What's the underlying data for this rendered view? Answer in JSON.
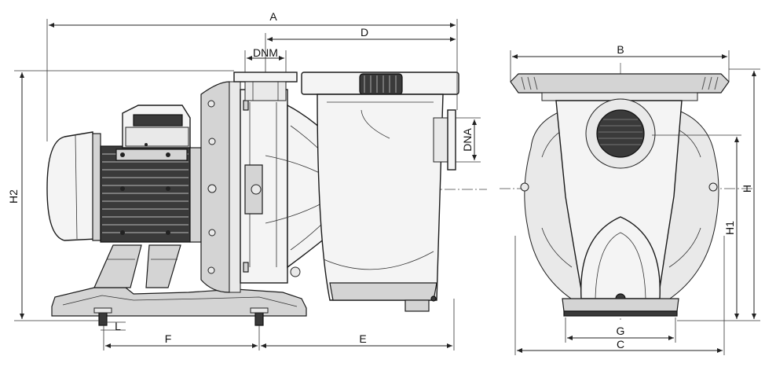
{
  "diagram": {
    "labels": {
      "A": "A",
      "D": "D",
      "DNM": "DNM",
      "DNA": "DNA",
      "H2": "H2",
      "F": "F",
      "E": "E",
      "L": "L",
      "B": "B",
      "H": "H",
      "H1": "H1",
      "G": "G",
      "C": "C"
    }
  }
}
